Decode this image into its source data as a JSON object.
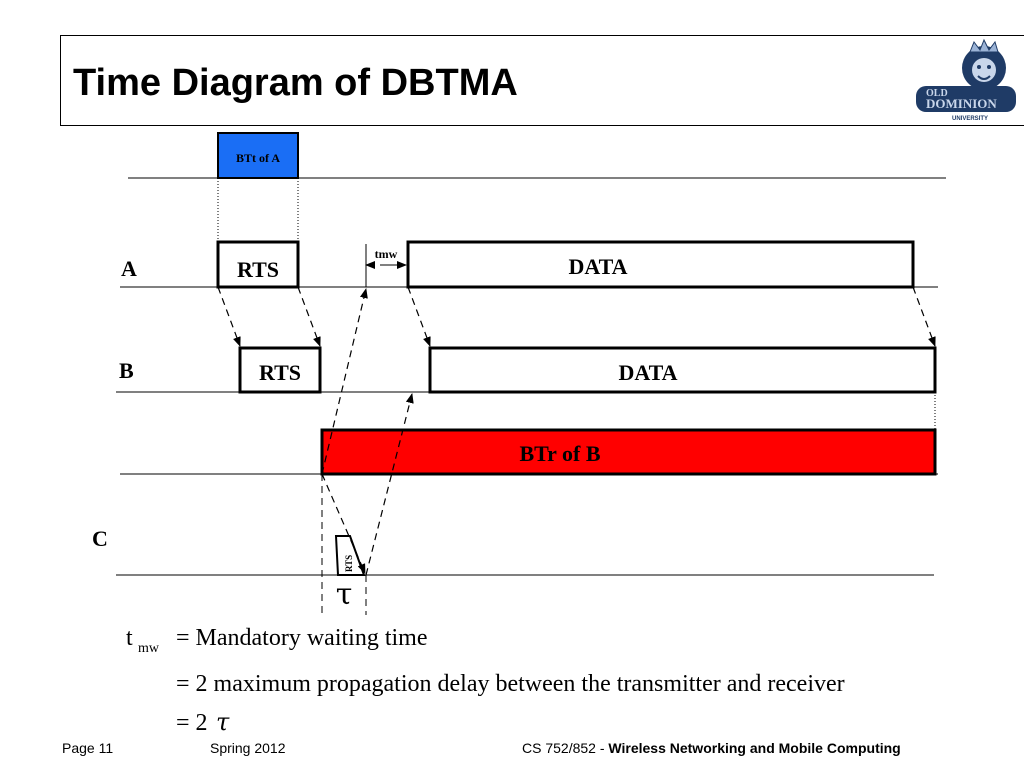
{
  "slide": {
    "title": "Time Diagram of DBTMA",
    "logo": {
      "line1": "OLD",
      "line2": "DOMINION",
      "line3": "UNIVERSITY"
    }
  },
  "diagram": {
    "labels": {
      "A": "A",
      "B": "B",
      "C": "C"
    },
    "boxes": {
      "btt": "BTt of A",
      "rts_a": "RTS",
      "data_a": "DATA",
      "rts_b": "RTS",
      "data_b": "DATA",
      "btr": "BTr of B",
      "rts_c": "RTS"
    },
    "tmw": "tmw",
    "tau": "τ",
    "colors": {
      "btt": "#1a6ef5",
      "btr": "#ff0000"
    }
  },
  "formula": {
    "line1_symbol": "t",
    "line1_sub": "mw",
    "line1_text": "= Mandatory waiting time",
    "line2_text": "= 2 maximum propagation delay between the transmitter and receiver",
    "line3_eq": "= 2 ",
    "line3_tau": "τ"
  },
  "footer": {
    "page": "Page 11",
    "term": "Spring 2012",
    "course_plain": "CS 752/852 - ",
    "course_bold": "Wireless Networking and Mobile Computing"
  }
}
